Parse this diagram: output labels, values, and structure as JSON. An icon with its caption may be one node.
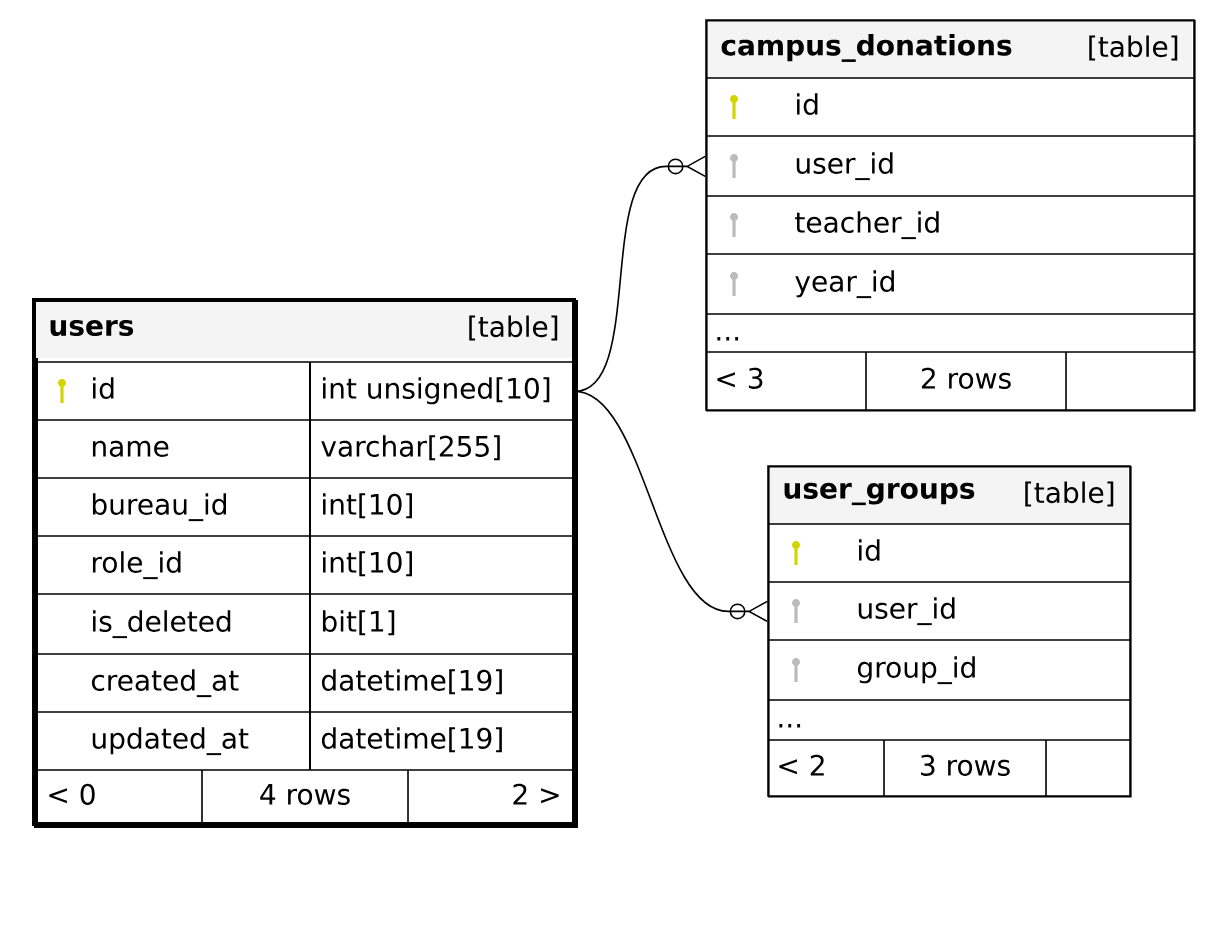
{
  "diagram": {
    "nodes": [
      {
        "text": [
          "users",
          "[table]"
        ]
      },
      {
        "text": [
          "id",
          "int unsigned[10]"
        ],
        "in": 0
      },
      {
        "text": [
          "name",
          "varchar[255]"
        ],
        "in": 0
      },
      {
        "text": [
          "bureau_id",
          "int[10]"
        ],
        "in": 0
      },
      {
        "text": [
          "role_id",
          "int[10]"
        ],
        "in": 0
      },
      {
        "text": [
          "is_deleted",
          "bit[1]"
        ],
        "in": 0
      },
      {
        "text": [
          "created_at",
          "datetime[19]"
        ],
        "in": 0
      },
      {
        "text": [
          "updated_at",
          "datetime[19]"
        ],
        "in": 0
      },
      {
        "text": [
          "< 0",
          "4 rows",
          "2 >"
        ],
        "in": 0
      },
      {
        "text": [
          "campus_donations",
          "[table]"
        ]
      },
      {
        "text": [
          "id"
        ],
        "in": 9
      },
      {
        "text": [
          "user_id"
        ],
        "in": 9
      },
      {
        "text": [
          "teacher_id"
        ],
        "in": 9
      },
      {
        "text": [
          "year_id"
        ],
        "in": 9
      },
      {
        "text": [
          "..."
        ],
        "in": 9
      },
      {
        "text": [
          "< 3",
          "2 rows"
        ],
        "in": 9
      },
      {
        "text": [
          "user_groups",
          "[table]"
        ]
      },
      {
        "text": [
          "id"
        ],
        "in": 16
      },
      {
        "text": [
          "user_id"
        ],
        "in": 16
      },
      {
        "text": [
          "group_id"
        ],
        "in": 16
      },
      {
        "text": [
          "..."
        ],
        "in": 16
      },
      {
        "text": [
          "< 2",
          "3 rows"
        ],
        "in": 16
      }
    ],
    "edges": [
      {
        "from": 1,
        "to": 11,
        "arrow": "other"
      },
      {
        "from": 1,
        "to": 18,
        "arrow": "other"
      }
    ]
  }
}
